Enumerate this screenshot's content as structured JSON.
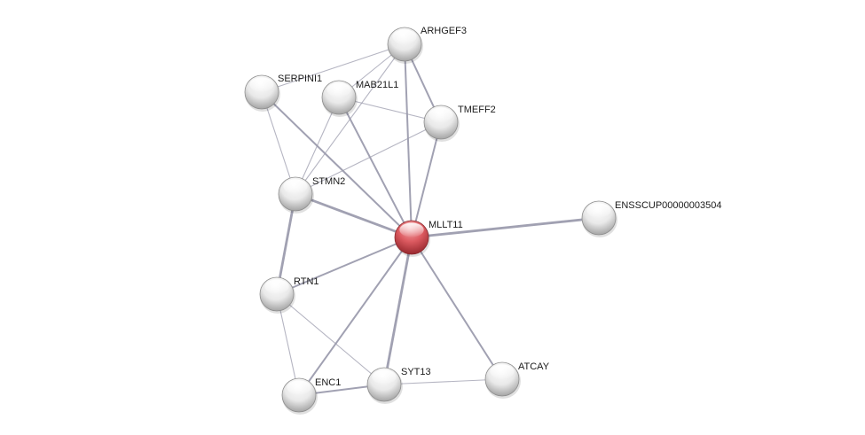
{
  "network": {
    "nodes": [
      {
        "id": "ARHGEF3",
        "label": "ARHGEF3",
        "query": false
      },
      {
        "id": "SERPINI1",
        "label": "SERPINI1",
        "query": false
      },
      {
        "id": "MAB21L1",
        "label": "MAB21L1",
        "query": false
      },
      {
        "id": "TMEFF2",
        "label": "TMEFF2",
        "query": false
      },
      {
        "id": "STMN2",
        "label": "STMN2",
        "query": false
      },
      {
        "id": "MLLT11",
        "label": "MLLT11",
        "query": true
      },
      {
        "id": "ENSSCUP00000003504",
        "label": "ENSSCUP00000003504",
        "query": false
      },
      {
        "id": "RTN1",
        "label": "RTN1",
        "query": false
      },
      {
        "id": "ENC1",
        "label": "ENC1",
        "query": false
      },
      {
        "id": "SYT13",
        "label": "SYT13",
        "query": false
      },
      {
        "id": "ATCAY",
        "label": "ATCAY",
        "query": false
      }
    ],
    "edges": [
      {
        "source": "ARHGEF3",
        "target": "SERPINI1",
        "strength": "weak"
      },
      {
        "source": "ARHGEF3",
        "target": "MAB21L1",
        "strength": "weak"
      },
      {
        "source": "ARHGEF3",
        "target": "TMEFF2",
        "strength": "medium"
      },
      {
        "source": "ARHGEF3",
        "target": "STMN2",
        "strength": "weak"
      },
      {
        "source": "ARHGEF3",
        "target": "MLLT11",
        "strength": "medium"
      },
      {
        "source": "SERPINI1",
        "target": "STMN2",
        "strength": "weak"
      },
      {
        "source": "SERPINI1",
        "target": "MLLT11",
        "strength": "medium"
      },
      {
        "source": "MAB21L1",
        "target": "TMEFF2",
        "strength": "weak"
      },
      {
        "source": "MAB21L1",
        "target": "STMN2",
        "strength": "weak"
      },
      {
        "source": "MAB21L1",
        "target": "MLLT11",
        "strength": "medium"
      },
      {
        "source": "TMEFF2",
        "target": "STMN2",
        "strength": "weak"
      },
      {
        "source": "TMEFF2",
        "target": "MLLT11",
        "strength": "medium"
      },
      {
        "source": "STMN2",
        "target": "MLLT11",
        "strength": "strong"
      },
      {
        "source": "STMN2",
        "target": "RTN1",
        "strength": "strong"
      },
      {
        "source": "MLLT11",
        "target": "ENSSCUP00000003504",
        "strength": "strong"
      },
      {
        "source": "MLLT11",
        "target": "RTN1",
        "strength": "medium"
      },
      {
        "source": "MLLT11",
        "target": "ENC1",
        "strength": "medium"
      },
      {
        "source": "MLLT11",
        "target": "SYT13",
        "strength": "strong"
      },
      {
        "source": "MLLT11",
        "target": "ATCAY",
        "strength": "medium"
      },
      {
        "source": "RTN1",
        "target": "ENC1",
        "strength": "weak"
      },
      {
        "source": "RTN1",
        "target": "SYT13",
        "strength": "weak"
      },
      {
        "source": "ENC1",
        "target": "SYT13",
        "strength": "medium"
      },
      {
        "source": "SYT13",
        "target": "ATCAY",
        "strength": "weak"
      }
    ],
    "colors": {
      "query_node": "#d9555b",
      "neighbor_node": "#e6e6e6",
      "edge": "#9c9cae"
    }
  }
}
